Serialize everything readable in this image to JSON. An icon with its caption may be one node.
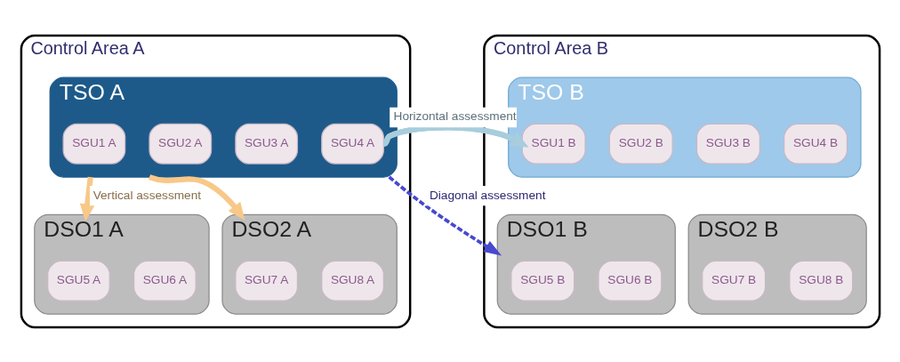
{
  "diagram": {
    "nodes": [
      {
        "text": [
          "Control Area A"
        ]
      },
      {
        "text": [
          "TSO A"
        ],
        "in": 0
      },
      {
        "text": [
          "SGU1 A"
        ],
        "in": 1
      },
      {
        "text": [
          "SGU2 A"
        ],
        "in": 1
      },
      {
        "text": [
          "SGU3 A"
        ],
        "in": 1
      },
      {
        "text": [
          "SGU4 A"
        ],
        "in": 1
      },
      {
        "text": [
          "DSO1 A"
        ],
        "in": 0
      },
      {
        "text": [
          "SGU5 A"
        ],
        "in": 6
      },
      {
        "text": [
          "SGU6 A"
        ],
        "in": 6
      },
      {
        "text": [
          "DSO2 A"
        ],
        "in": 0
      },
      {
        "text": [
          "SGU7 A"
        ],
        "in": 9
      },
      {
        "text": [
          "SGU8 A"
        ],
        "in": 9
      },
      {
        "text": [
          "Control Area B"
        ]
      },
      {
        "text": [
          "TSO B"
        ],
        "in": 12
      },
      {
        "text": [
          "SGU1 B"
        ],
        "in": 13
      },
      {
        "text": [
          "SGU2 B"
        ],
        "in": 13
      },
      {
        "text": [
          "SGU3 B"
        ],
        "in": 13
      },
      {
        "text": [
          "SGU4 B"
        ],
        "in": 13
      },
      {
        "text": [
          "DSO1 B"
        ],
        "in": 12
      },
      {
        "text": [
          "SGU5 B"
        ],
        "in": 18
      },
      {
        "text": [
          "SGU6 B"
        ],
        "in": 18
      },
      {
        "text": [
          "DSO2 B"
        ],
        "in": 12
      },
      {
        "text": [
          "SGU7 B"
        ],
        "in": 21
      },
      {
        "text": [
          "SGU8 B"
        ],
        "in": 21
      }
    ],
    "edges": [
      {
        "from": 1,
        "to": 13,
        "arrow": "to",
        "label": "Horizontal assessment",
        "color": "#a8cddc"
      },
      {
        "from": 1,
        "to": 6,
        "arrow": "to",
        "label": "Vertical assessment",
        "color": "#f8c888"
      },
      {
        "from": 1,
        "to": 9,
        "arrow": "to",
        "color": "#f8c888"
      },
      {
        "from": 1,
        "to": 18,
        "arrow": "to",
        "label": "Diagonal assessment",
        "style": "dashed",
        "color": "#4848d0"
      }
    ]
  }
}
